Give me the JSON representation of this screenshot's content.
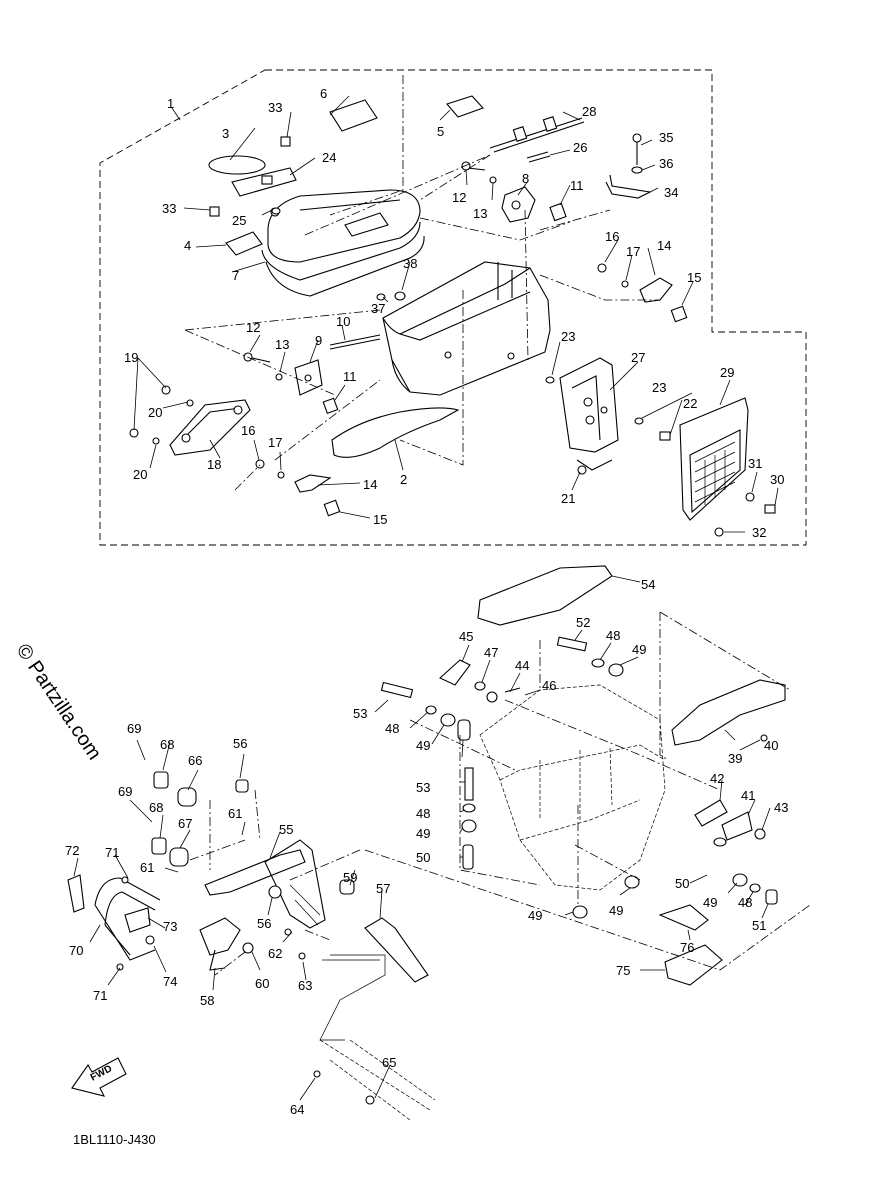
{
  "watermark": "© Partzilla.com",
  "diagram_code": "1BL1110-J430",
  "fwd_label": "FWD",
  "callouts": [
    "1",
    "2",
    "3",
    "4",
    "5",
    "6",
    "7",
    "8",
    "9",
    "10",
    "11",
    "11",
    "12",
    "12",
    "13",
    "13",
    "14",
    "14",
    "15",
    "15",
    "16",
    "16",
    "17",
    "17",
    "18",
    "19",
    "20",
    "20",
    "21",
    "22",
    "23",
    "23",
    "24",
    "25",
    "26",
    "27",
    "28",
    "29",
    "30",
    "31",
    "32",
    "33",
    "33",
    "34",
    "35",
    "36",
    "37",
    "38",
    "39",
    "40",
    "41",
    "42",
    "43",
    "44",
    "45",
    "46",
    "47",
    "48",
    "48",
    "48",
    "48",
    "49",
    "49",
    "49",
    "49",
    "49",
    "49",
    "50",
    "50",
    "51",
    "52",
    "53",
    "53",
    "54",
    "55",
    "56",
    "56",
    "57",
    "58",
    "59",
    "60",
    "61",
    "61",
    "62",
    "63",
    "64",
    "65",
    "66",
    "67",
    "68",
    "68",
    "69",
    "69",
    "70",
    "71",
    "71",
    "72",
    "73",
    "74",
    "75",
    "76"
  ]
}
